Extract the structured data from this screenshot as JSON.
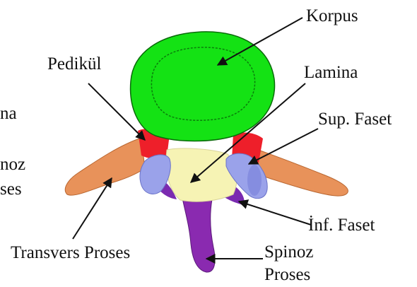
{
  "labels": {
    "korpus": "Korpus",
    "pedikul": "Pedikül",
    "lamina": "Lamina",
    "sup_faset": "Sup. Faset",
    "inf_faset": "İnf. Faset",
    "transvers_proses": "Transvers Proses",
    "spinoz_line1": "Spinoz",
    "spinoz_line2": "Proses",
    "left_clip_1": "na",
    "left_clip_2": "noz",
    "left_clip_3": "ses"
  },
  "colors": {
    "korpus": "#14e214",
    "korpus_outline": "#0a6a0a",
    "pedikul": "#ee1f2a",
    "lamina": "#f6f3b4",
    "faset": "#9aa2ea",
    "faset_inner": "#7c84dc",
    "transvers_proses": "#e8925a",
    "spinoz_proses": "#8a2ab0",
    "arrow": "#111111"
  }
}
